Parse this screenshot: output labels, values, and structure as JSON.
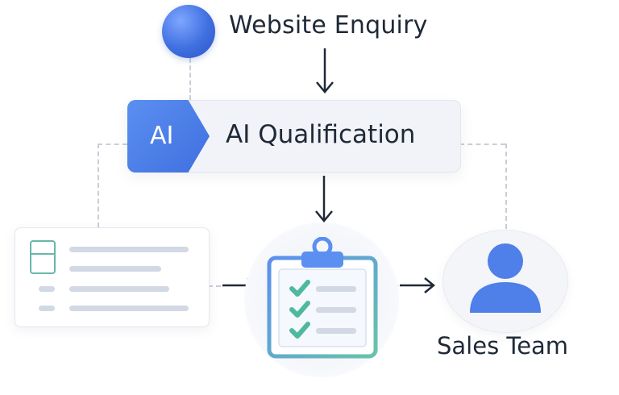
{
  "nodes": {
    "start": {
      "label": "Website Enquiry"
    },
    "qualification": {
      "badge": "AI",
      "label": "AI Qualification"
    },
    "team": {
      "label": "Sales Team"
    }
  },
  "colors": {
    "primary_blue": "#3f6fe0",
    "teal": "#69b7a7",
    "text": "#1f2937",
    "connector": "#c9ced6"
  },
  "icons": {
    "start": "circle-node-icon",
    "form": "form-icon",
    "clipboard": "clipboard-checklist-icon",
    "person": "person-icon"
  }
}
